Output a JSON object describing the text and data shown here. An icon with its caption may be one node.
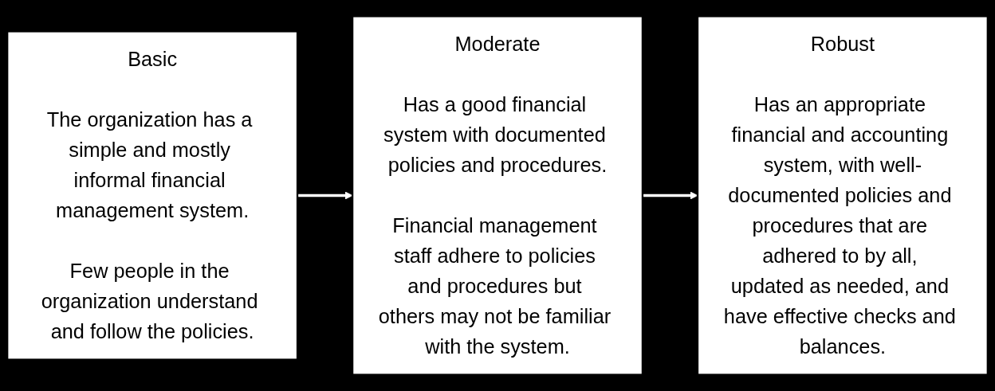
{
  "diagram": {
    "nodes": [
      {
        "text": [
          "Basic",
          "The organization has a simple and mostly informal financial management system.",
          "Few people in the organization understand and follow the policies."
        ]
      },
      {
        "text": [
          "Moderate",
          "Has a good financial system with documented policies and procedures.",
          "Financial management staff adhere to policies and procedures but others may not be familiar with the system."
        ]
      },
      {
        "text": [
          "Robust",
          "Has an appropriate financial and accounting system, with well-documented policies and procedures that are adhered to by all, updated as needed, and have effective checks and balances."
        ]
      }
    ],
    "edges": [
      {
        "from": 0,
        "to": 1,
        "arrow": "to"
      },
      {
        "from": 1,
        "to": 2,
        "arrow": "to"
      }
    ]
  }
}
